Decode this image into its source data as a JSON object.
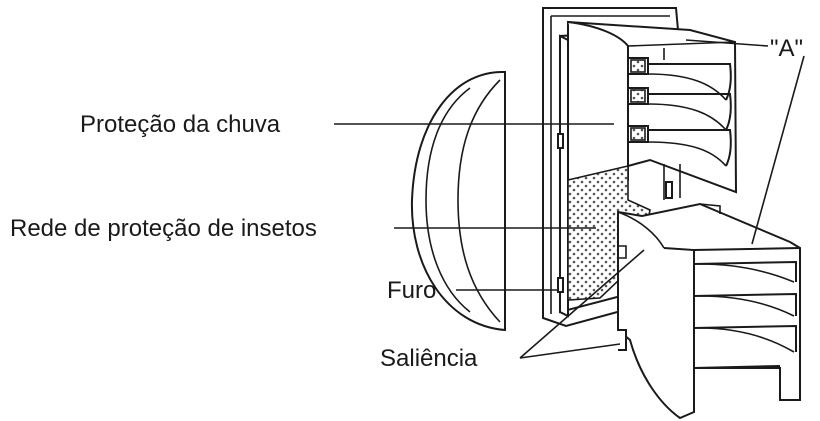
{
  "labels": {
    "rain_guard": "Proteção da chuva",
    "insect_net": "Rede de proteção de insetos",
    "hole": "Furo",
    "protrusion": "Saliência",
    "part_a": "\"A\""
  },
  "colors": {
    "line": "#1a1a1a",
    "background": "#ffffff"
  }
}
